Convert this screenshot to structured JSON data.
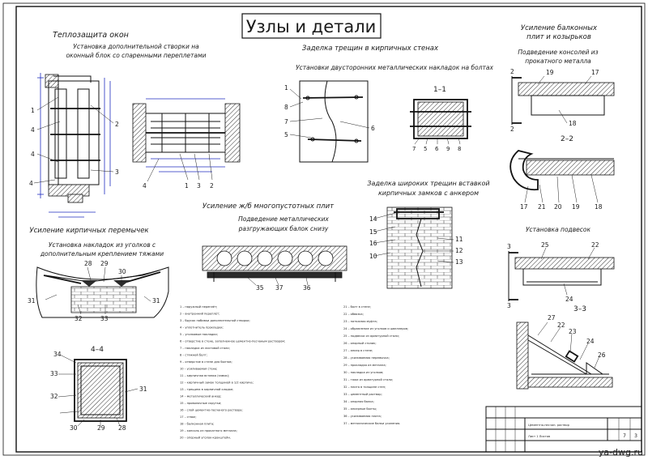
{
  "sheet": {
    "title": "Узлы и детали",
    "watermark": "ya-dwg.ru"
  },
  "sections": {
    "window": {
      "title": "Теплозащита окон",
      "subtitle_1": "Установка дополнительной створки на",
      "subtitle_2": "оконный блок со спаренными переплетами"
    },
    "cracks": {
      "title": "Заделка трещин в кирпичных стенах",
      "subtitle": "Установки двусторонних металлических накладок на болтах",
      "section_1_1": "1–1"
    },
    "balcony": {
      "title_1": "Усиление балконных",
      "title_2": "плит и козырьков",
      "sub_1": "Подведение консолей из",
      "sub_2": "прокатного металла",
      "section_2_2": "2–2",
      "sub_hangers": "Установка подвесок",
      "section_3_3": "3–3"
    },
    "lintels": {
      "title": "Усиление кирпичных перемычек",
      "sub_1": "Установка накладок из уголков с",
      "sub_2": "дополнительным креплением тяжами",
      "section_4_4": "4–4"
    },
    "slabs": {
      "title": "Усиление ж/б многопустотных плит",
      "sub_1": "Подведение металлических",
      "sub_2": "разгружающих балок снизу"
    },
    "wide_cracks": {
      "title_1": "Заделка широких трещин вставкой",
      "title_2": "кирпичных замков с анкером"
    }
  },
  "callouts": {
    "window_left": [
      "1",
      "4",
      "4",
      "4"
    ],
    "window_right": [
      "2",
      "3"
    ],
    "window_plan": [
      "4",
      "1",
      "3",
      "2"
    ],
    "cracks_elev": [
      "1",
      "8",
      "7",
      "5",
      "6"
    ],
    "cracks_sec": [
      "7",
      "5",
      "6",
      "9",
      "8"
    ],
    "balc_top": [
      "2",
      "19",
      "17",
      "18",
      "2"
    ],
    "balc_22": [
      "17",
      "21",
      "20",
      "19",
      "18"
    ],
    "balc_hang": [
      "3",
      "25",
      "22",
      "24",
      "3"
    ],
    "balc_33": [
      "27",
      "22",
      "23",
      "24",
      "26"
    ],
    "lintel_top": [
      "28",
      "29",
      "30",
      "31",
      "32",
      "33",
      "31"
    ],
    "lintel_44": [
      "34",
      "33",
      "32",
      "30",
      "29",
      "28",
      "31"
    ],
    "slab": [
      "35",
      "37",
      "36"
    ],
    "wide": [
      "14",
      "15",
      "16",
      "10",
      "11",
      "12",
      "13"
    ]
  },
  "legend_left": [
    "1 – наружный переплёт;",
    "2 – внутренний переплёт;",
    "3 – брусок набивки дополнительной створки;",
    "4 – уплотнитель прокладки;",
    "5 – уголковые накладки;",
    "6 – отверстие в стене, заполненное цементно-песчаным раствором;",
    "7 – накладка из листовой стали;",
    "8 – стяжной болт;",
    "9 – отверстие в стене для болтов;",
    "10 – усиливаемая стена;",
    "11 – кирпичная вставка (замок);",
    "12 – кирпичный замок толщиной в 1/2 кирпича;",
    "13 – трещина в кирпичной кладке;",
    "14 – металлический анкер;",
    "15 – проволочные скрутки;",
    "16 – слой цементно-песчаного раствора;",
    "17 – ствол;",
    "18 – балконная плита;",
    "19 – консоль из прокатного металла;",
    "20 – опорный уголок-кронштейн."
  ],
  "legend_right": [
    "21 – болт в стене;",
    "22 – обвязка;",
    "23 – натяжная муфта;",
    "24 – обрамление из уголков и швеллеров;",
    "25 – подвеска из арматурной стали;",
    "26 – опорный столик;",
    "27 – анкер в стене;",
    "28 – усиливаемая перемычка;",
    "29 – прокладка из металла;",
    "30 – накладка из уголков;",
    "31 – тяжи из арматурной стали;",
    "32 – плита в толщине стен;",
    "33 – цементный раствор;",
    "34 – опорная балка;",
    "35 – анкерные болты;",
    "36 – усиливаемая плита;",
    "37 – металлические балки усиления."
  ],
  "stamp": {
    "label_1": "Цементно-песчан. раствор",
    "label_2": "Лист 1 Листов",
    "sheet": "7",
    "sheets": "3"
  },
  "colors": {
    "ink": "#111111",
    "dimension": "#1f2dbf",
    "paper": "#ffffff"
  }
}
